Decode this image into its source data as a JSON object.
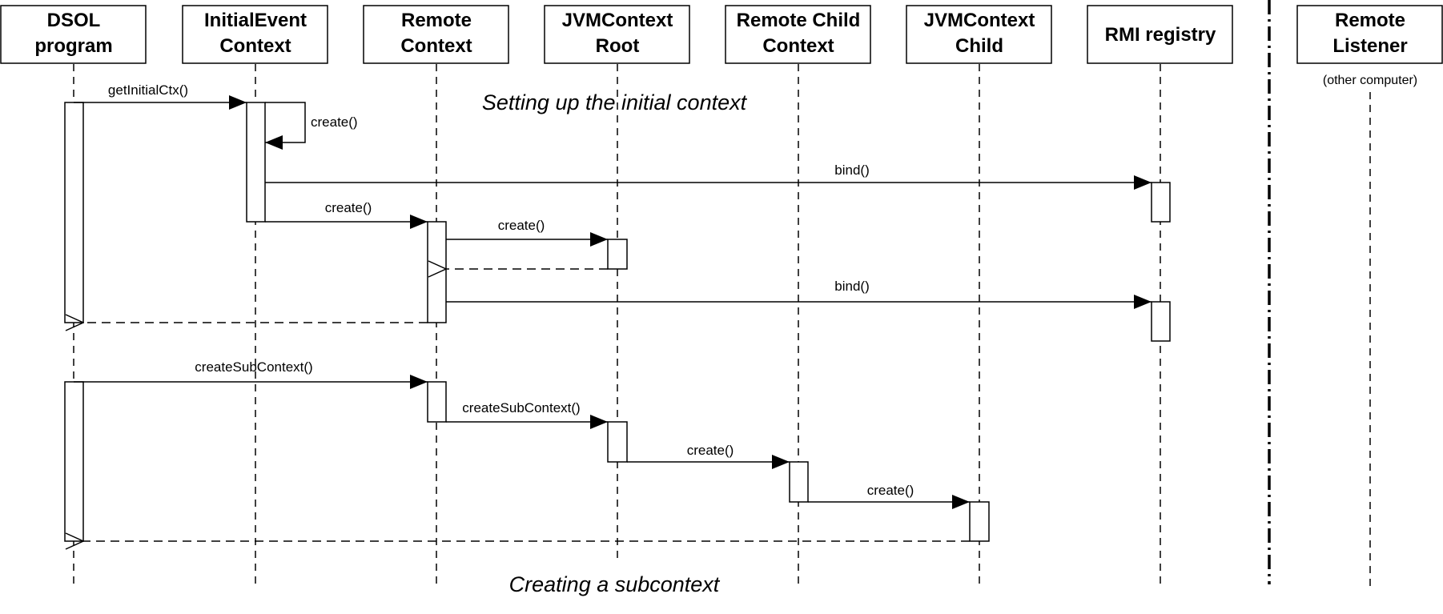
{
  "lanes": [
    {
      "key": "dsol",
      "title": [
        "DSOL",
        "program"
      ]
    },
    {
      "key": "iec",
      "title": [
        "InitialEvent",
        "Context"
      ]
    },
    {
      "key": "rc",
      "title": [
        "Remote",
        "Context"
      ]
    },
    {
      "key": "jvmr",
      "title": [
        "JVMContext",
        "Root"
      ]
    },
    {
      "key": "rcc",
      "title": [
        "Remote Child",
        "Context"
      ]
    },
    {
      "key": "jvmc",
      "title": [
        "JVMContext",
        "Child"
      ]
    },
    {
      "key": "rmi",
      "title": [
        "RMI registry"
      ]
    },
    {
      "key": "rl",
      "title": [
        "Remote",
        "Listener"
      ],
      "note": "(other computer)"
    }
  ],
  "captions": {
    "setup": "Setting up the initial context",
    "sub": "Creating a subcontext"
  },
  "messages": [
    {
      "label": "getInitialCtx()",
      "type": "call"
    },
    {
      "label": "create()",
      "type": "self"
    },
    {
      "label": "bind()",
      "type": "call"
    },
    {
      "label": "create()",
      "type": "call"
    },
    {
      "label": "create()",
      "type": "call"
    },
    {
      "label": "",
      "type": "return"
    },
    {
      "label": "bind()",
      "type": "call"
    },
    {
      "label": "",
      "type": "return"
    },
    {
      "label": "createSubContext()",
      "type": "call"
    },
    {
      "label": "createSubContext()",
      "type": "call"
    },
    {
      "label": "create()",
      "type": "call"
    },
    {
      "label": "create()",
      "type": "call"
    },
    {
      "label": "",
      "type": "return"
    }
  ]
}
